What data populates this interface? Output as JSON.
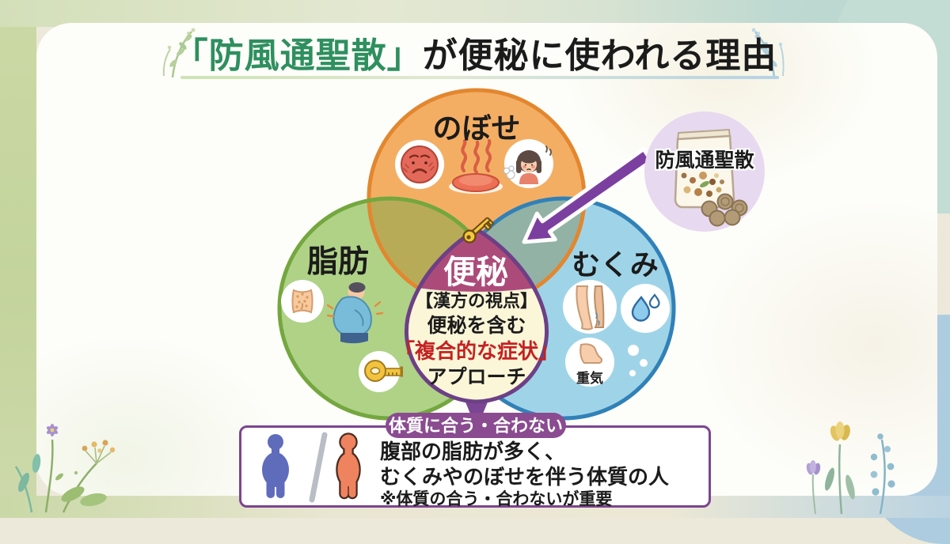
{
  "title": {
    "highlight": "「防風通聖散」",
    "rest": "が便秘に使われる理由"
  },
  "venn": {
    "top": {
      "label": "のぼせ"
    },
    "left": {
      "label": "脂肪"
    },
    "right": {
      "label": "むくみ",
      "foot_caption": "重気"
    },
    "center": {
      "heading": "便秘",
      "line1": "【漢方の視点】",
      "line2": "便秘を含む",
      "line3": "「複合的な症状」",
      "line4": "アプローチ"
    }
  },
  "medicine": {
    "label": "防風通聖散"
  },
  "bottom": {
    "badge": "体質に合う・合わない",
    "line1": "腹部の脂肪が多く、",
    "line2": "むくみやのぼせを伴う体質の人",
    "note": "※体質の合う・合わないが重要"
  },
  "colors": {
    "title_green": "#2e8f5f",
    "circle_top_fill": "#f4ae63",
    "circle_top_border": "#e2872f",
    "circle_left_fill": "#afd287",
    "circle_left_border": "#74a73e",
    "circle_right_fill": "#9fd4e8",
    "circle_right_border": "#3181b8",
    "overlap_left_top": "#b7ab58",
    "overlap_right_top": "#92b2a6",
    "overlap_bottom": "#9ab7a4",
    "center_magenta": "#ac4b7a",
    "center_cream": "#fbf6d8",
    "center_border": "#6d4086",
    "accent_red": "#c42222",
    "badge_purple": "#8a4b90",
    "arrow_purple": "#7b3fa0",
    "medicine_circle": "#e7d9ef",
    "person_blue": "#5f6cbc",
    "person_red": "#f0835f"
  }
}
